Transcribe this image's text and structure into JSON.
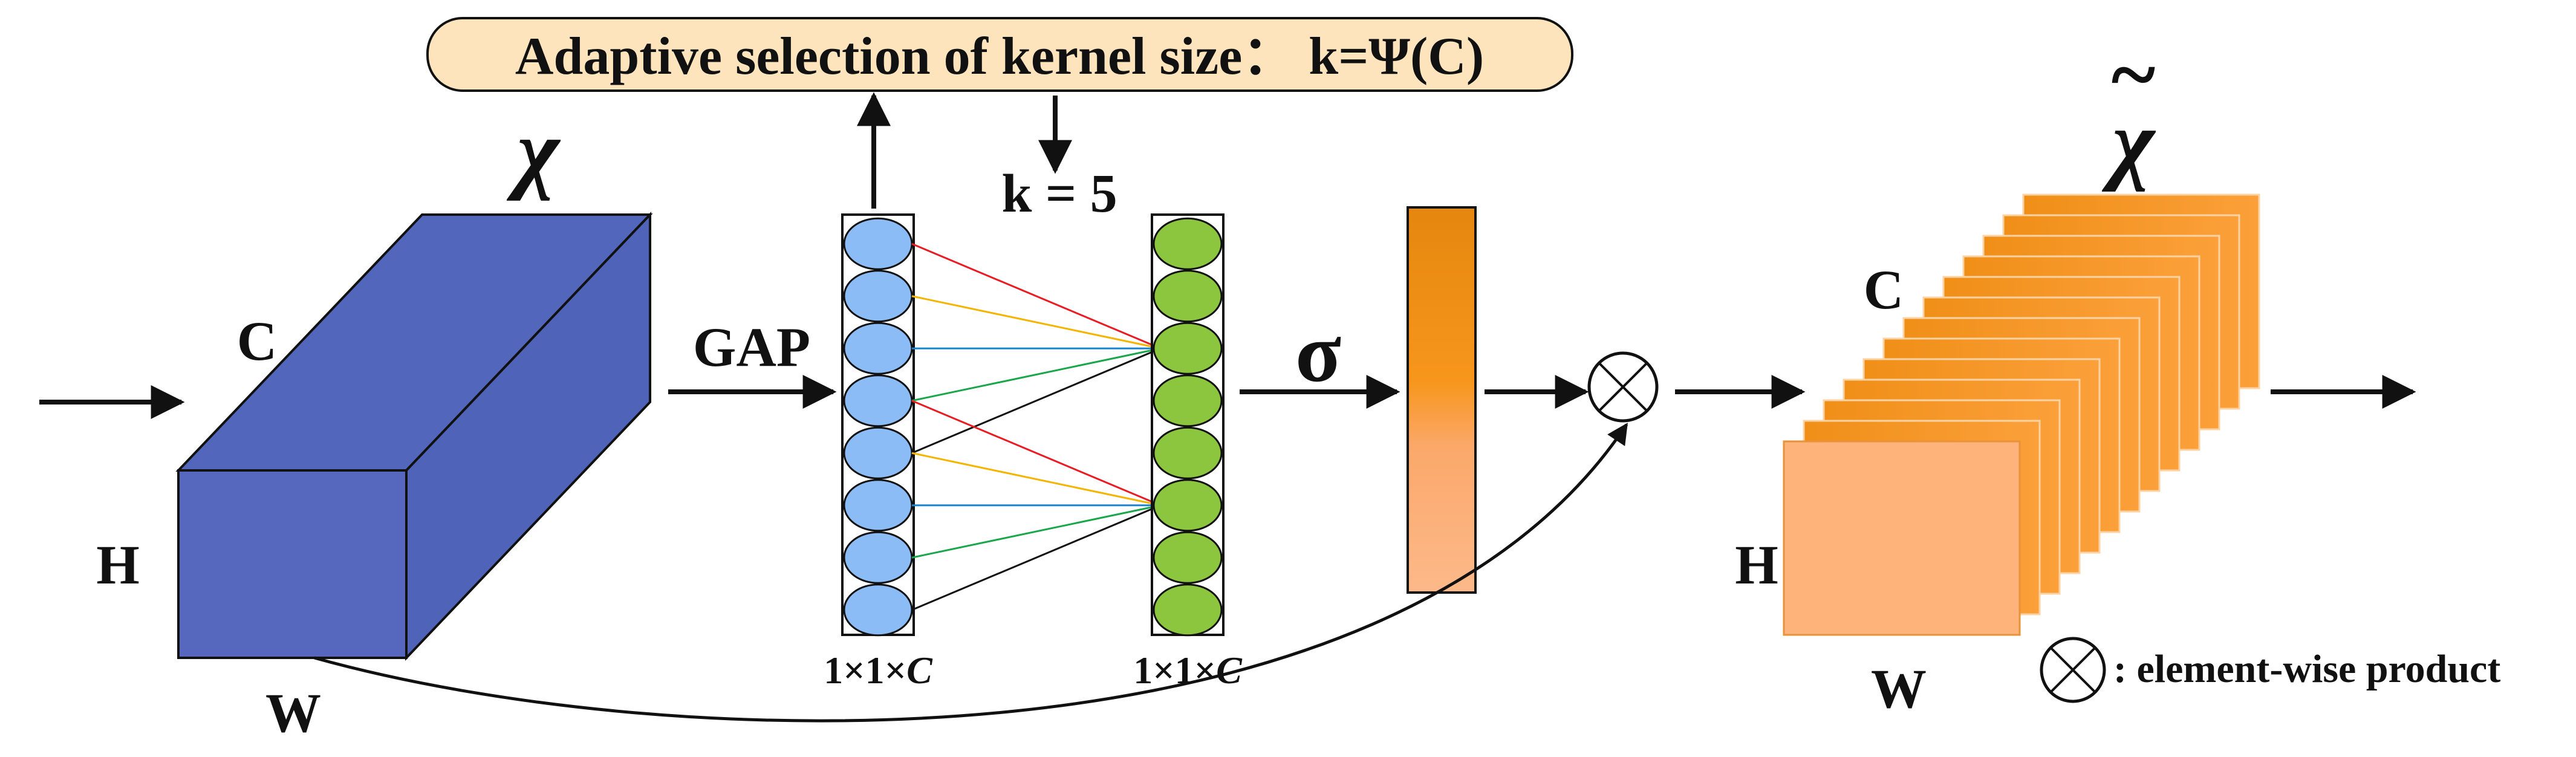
{
  "title_box": {
    "text": "Adaptive selection of kernel size：  k=Ψ(C)"
  },
  "input_tensor": {
    "symbol": "χ",
    "label_c": "C",
    "label_h": "H",
    "label_w": "W"
  },
  "gap": {
    "label": "GAP"
  },
  "pooled_vector": {
    "label_prefix": "1×1×",
    "label_c": "C",
    "cells": 8
  },
  "kernel": {
    "label": "k = 5"
  },
  "conv_vector": {
    "label_prefix": "1×1×",
    "label_c": "C",
    "cells": 8
  },
  "sigmoid": {
    "label": "σ"
  },
  "output_tensor": {
    "symbol": "χ",
    "tilde": "~",
    "label_c": "C",
    "label_h": "H",
    "label_w": "W"
  },
  "legend": {
    "text": ": element-wise product"
  },
  "colors": {
    "input_front": "#5568bd",
    "input_top": "#5266bb",
    "input_side": "#4f63b8",
    "pooled_cell": "#8cbcf6",
    "conv_cell": "#8cc63f",
    "title_box_fill": "#fde4bd",
    "weight_bar_top": "#e98a12",
    "weight_bar_bottom": "#fdb989",
    "output_front": "#fdb37a",
    "output_slice": "#f59a1e",
    "line_colors": [
      "#e81c23",
      "#f4b400",
      "#1a86d0",
      "#1aa64a",
      "#111111"
    ]
  }
}
